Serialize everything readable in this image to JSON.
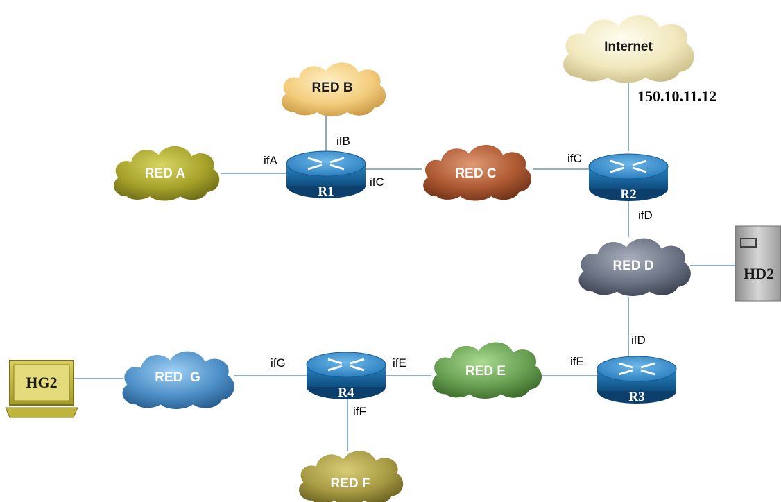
{
  "clouds": {
    "internet": "Internet",
    "red_a": "RED A",
    "red_b": "RED B",
    "red_c": "RED C",
    "red_d": "RED D",
    "red_e": "RED E",
    "red_f": "RED F",
    "red_g": "RED  G"
  },
  "routers": {
    "r1": "R1",
    "r2": "R2",
    "r3": "R3",
    "r4": "R4"
  },
  "hosts": {
    "hd2": "HD2",
    "hg2": "HG2"
  },
  "interfaces": {
    "r1_ifa": "ifA",
    "r1_ifb": "ifB",
    "r1_ifc": "ifC",
    "r2_ifc": "ifC",
    "r2_ifd": "ifD",
    "r3_ifd": "ifD",
    "r3_ife": "ifE",
    "r4_ife": "ifE",
    "r4_ifg": "ifG",
    "r4_iff": "ifF"
  },
  "internet_ip": "150.10.11.12",
  "colors": {
    "link": "#4f7fa8",
    "router": "#2b7fc0",
    "internet_cloud": "#f3ecc4",
    "red_a": "#a9a62c",
    "red_b": "#f3cc7c",
    "red_c": "#b05c36",
    "red_d": "#6b7384",
    "red_e": "#6aa255",
    "red_f": "#a69a42",
    "red_g": "#4e90c8"
  }
}
